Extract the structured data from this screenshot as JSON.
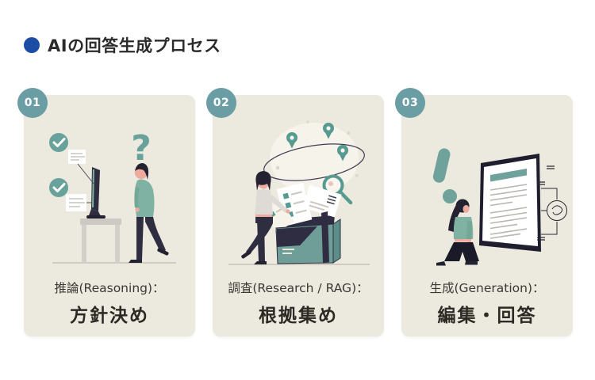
{
  "header": {
    "title": "AIの回答生成プロセス",
    "bullet_color": "#1c4da5"
  },
  "colors": {
    "page_background": "#ffffff",
    "card_background": "#ece9de",
    "badge_teal": "#6b9ea4",
    "accent_teal": "#68a29b",
    "illustration_navy": "#2f2e41",
    "title_text": "#2b2b2b",
    "caption_text": "#3b3933",
    "label_text": "#2c2a24"
  },
  "icons": {
    "question_mark": "?",
    "exclamation_mark": "!",
    "checkmark": "check-circle",
    "map_pin": "location-pin",
    "magnifier": "search"
  },
  "cards": [
    {
      "number": "01",
      "caption": "推論(Reasoning)：",
      "label": "方針決め",
      "glyph": "?",
      "illustration": "person-pondering-at-monitor-with-checklists"
    },
    {
      "number": "02",
      "caption": "調査(Research / RAG)：",
      "label": "根拠集め",
      "illustration": "person-collecting-documents-with-map-pins-and-magnifier"
    },
    {
      "number": "03",
      "caption": "生成(Generation)：",
      "label": "編集・回答",
      "illustration": "person-reviewing-generated-document"
    }
  ]
}
